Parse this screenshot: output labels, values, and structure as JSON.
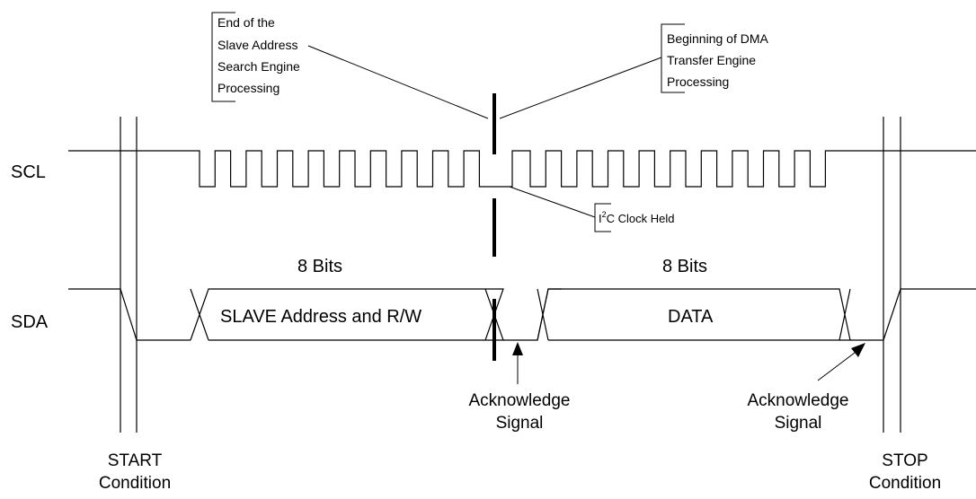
{
  "labels": {
    "scl": "SCL",
    "sda": "SDA",
    "bits_left": "8 Bits",
    "bits_right": "8 Bits",
    "slave_address": "SLAVE Address and R/W",
    "data": "DATA",
    "ack_left": [
      "Acknowledge",
      "Signal"
    ],
    "ack_right": [
      "Acknowledge",
      "Signal"
    ],
    "start": [
      "START",
      "Condition"
    ],
    "stop": [
      "STOP",
      "Condition"
    ]
  },
  "callouts": {
    "end_slave": [
      "End of the",
      "Slave Address",
      "Search Engine",
      "Processing"
    ],
    "begin_dma": [
      "Beginning of DMA",
      "Transfer Engine",
      "Processing"
    ],
    "clock_held": {
      "prefix": "I",
      "sup": "2",
      "suffix": "C Clock Held"
    }
  },
  "colors": {
    "line": "#000000",
    "background": "#ffffff"
  }
}
